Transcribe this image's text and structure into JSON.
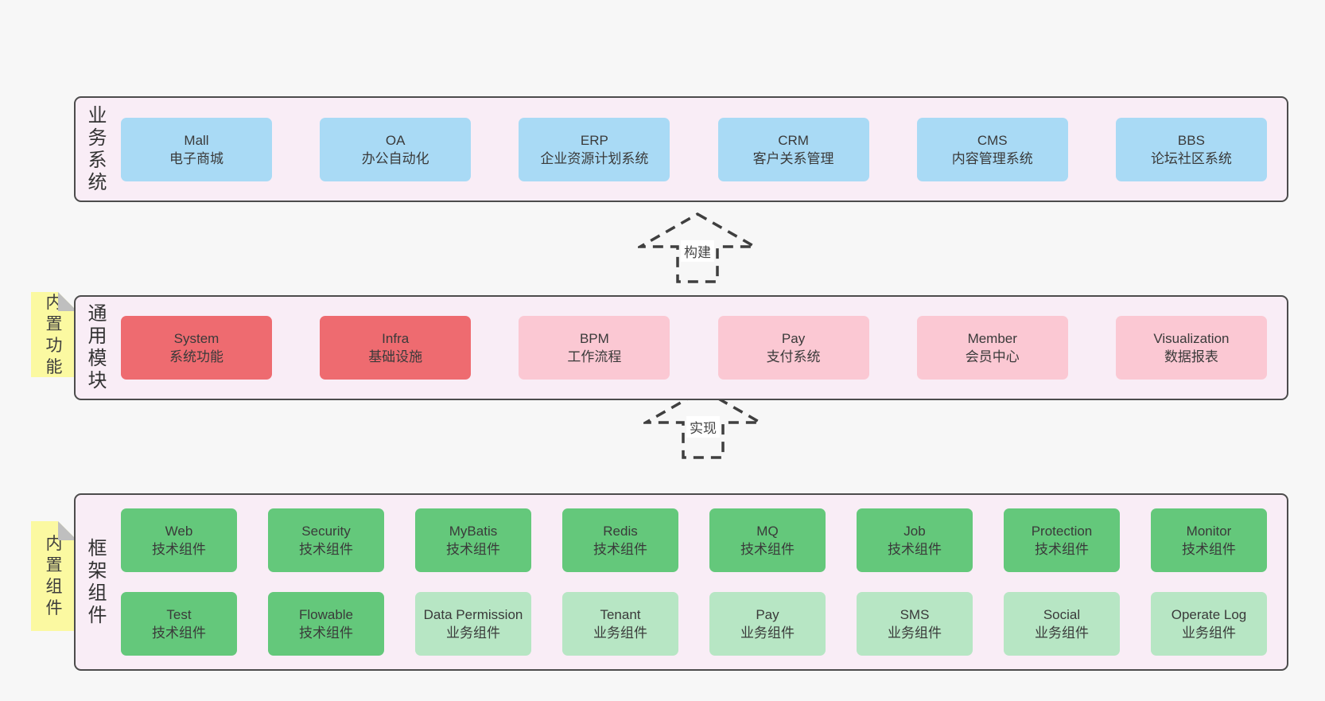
{
  "page": {
    "background": "#f7f7f7",
    "container_fill": "#f9edf6",
    "container_border": "#4c4c4c"
  },
  "colors": {
    "blue": "#a9daf5",
    "red": "#ee6b70",
    "pink": "#fbc8d3",
    "green": "#64c87b",
    "green_light": "#b7e6c4",
    "note_yellow": "#fbf9a1",
    "note_fold": "#bfbfbf",
    "text": "#3a3a3a"
  },
  "arrows": [
    {
      "label": "构建"
    },
    {
      "label": "实现"
    }
  ],
  "layers": [
    {
      "id": "business-systems",
      "label": "业务系统",
      "rows": [
        [
          {
            "title": "Mall",
            "subtitle": "电子商城",
            "color": "blue"
          },
          {
            "title": "OA",
            "subtitle": "办公自动化",
            "color": "blue"
          },
          {
            "title": "ERP",
            "subtitle": "企业资源计划系统",
            "color": "blue"
          },
          {
            "title": "CRM",
            "subtitle": "客户关系管理",
            "color": "blue"
          },
          {
            "title": "CMS",
            "subtitle": "内容管理系统",
            "color": "blue"
          },
          {
            "title": "BBS",
            "subtitle": "论坛社区系统",
            "color": "blue"
          }
        ]
      ]
    },
    {
      "id": "common-modules",
      "label": "通用模块",
      "note": "内置功能",
      "rows": [
        [
          {
            "title": "System",
            "subtitle": "系统功能",
            "color": "red"
          },
          {
            "title": "Infra",
            "subtitle": "基础设施",
            "color": "red"
          },
          {
            "title": "BPM",
            "subtitle": "工作流程",
            "color": "pink"
          },
          {
            "title": "Pay",
            "subtitle": "支付系统",
            "color": "pink"
          },
          {
            "title": "Member",
            "subtitle": "会员中心",
            "color": "pink"
          },
          {
            "title": "Visualization",
            "subtitle": "数据报表",
            "color": "pink"
          }
        ]
      ]
    },
    {
      "id": "framework-components",
      "label": "框架组件",
      "note": "内置组件",
      "rows": [
        [
          {
            "title": "Web",
            "subtitle": "技术组件",
            "color": "green"
          },
          {
            "title": "Security",
            "subtitle": "技术组件",
            "color": "green"
          },
          {
            "title": "MyBatis",
            "subtitle": "技术组件",
            "color": "green"
          },
          {
            "title": "Redis",
            "subtitle": "技术组件",
            "color": "green"
          },
          {
            "title": "MQ",
            "subtitle": "技术组件",
            "color": "green"
          },
          {
            "title": "Job",
            "subtitle": "技术组件",
            "color": "green"
          },
          {
            "title": "Protection",
            "subtitle": "技术组件",
            "color": "green"
          },
          {
            "title": "Monitor",
            "subtitle": "技术组件",
            "color": "green"
          }
        ],
        [
          {
            "title": "Test",
            "subtitle": "技术组件",
            "color": "green"
          },
          {
            "title": "Flowable",
            "subtitle": "技术组件",
            "color": "green"
          },
          {
            "title": "Data Permission",
            "subtitle": "业务组件",
            "color": "greenlight"
          },
          {
            "title": "Tenant",
            "subtitle": "业务组件",
            "color": "greenlight"
          },
          {
            "title": "Pay",
            "subtitle": "业务组件",
            "color": "greenlight"
          },
          {
            "title": "SMS",
            "subtitle": "业务组件",
            "color": "greenlight"
          },
          {
            "title": "Social",
            "subtitle": "业务组件",
            "color": "greenlight"
          },
          {
            "title": "Operate Log",
            "subtitle": "业务组件",
            "color": "greenlight"
          }
        ]
      ]
    }
  ]
}
